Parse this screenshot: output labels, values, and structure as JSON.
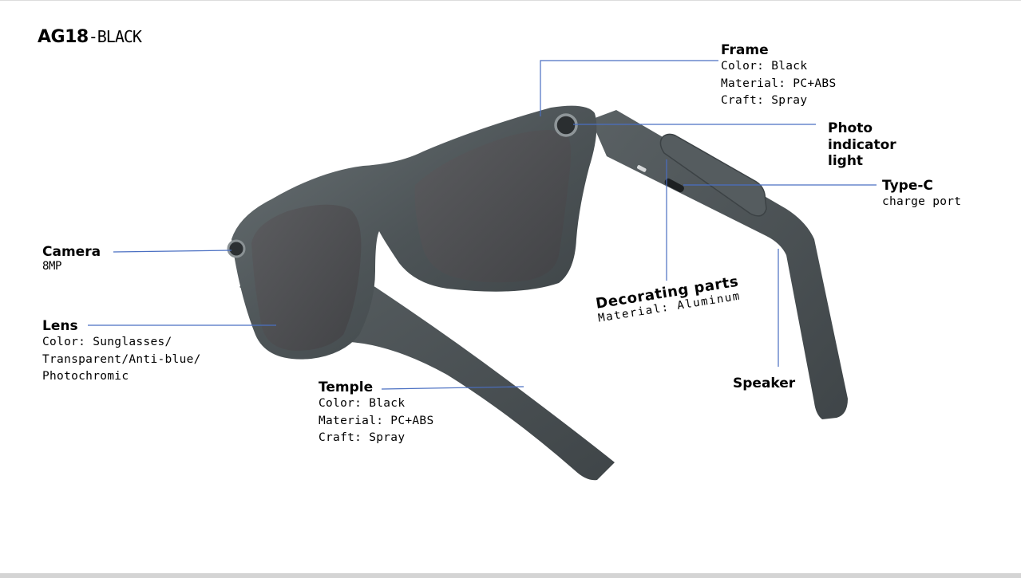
{
  "title": {
    "model": "AG18",
    "variant": "-BLACK"
  },
  "callouts": {
    "frame": {
      "heading": "Frame",
      "lines": [
        "Color: Black",
        "Material: PC+ABS",
        "Craft: Spray"
      ]
    },
    "photo_indicator": {
      "heading_lines": [
        "Photo",
        "indicator",
        "light"
      ]
    },
    "type_c": {
      "heading": "Type-C",
      "lines": [
        "charge port"
      ]
    },
    "camera": {
      "heading": "Camera",
      "lines": [
        "8MP"
      ]
    },
    "lens": {
      "heading": "Lens",
      "lines": [
        "Color:  Sunglasses/",
        "Transparent/Anti-blue/",
        "Photochromic"
      ]
    },
    "temple": {
      "heading": "Temple",
      "lines": [
        "Color: Black",
        "Material: PC+ABS",
        "Craft: Spray"
      ]
    },
    "decorating_parts": {
      "heading": "Decorating parts",
      "lines": [
        "Material: Aluminum"
      ]
    },
    "speaker": {
      "heading": "Speaker"
    }
  },
  "colors": {
    "leader_line": "#4a6fc2",
    "frame": "#4b5255",
    "lens": "#4e4f52",
    "background": "#ffffff"
  }
}
